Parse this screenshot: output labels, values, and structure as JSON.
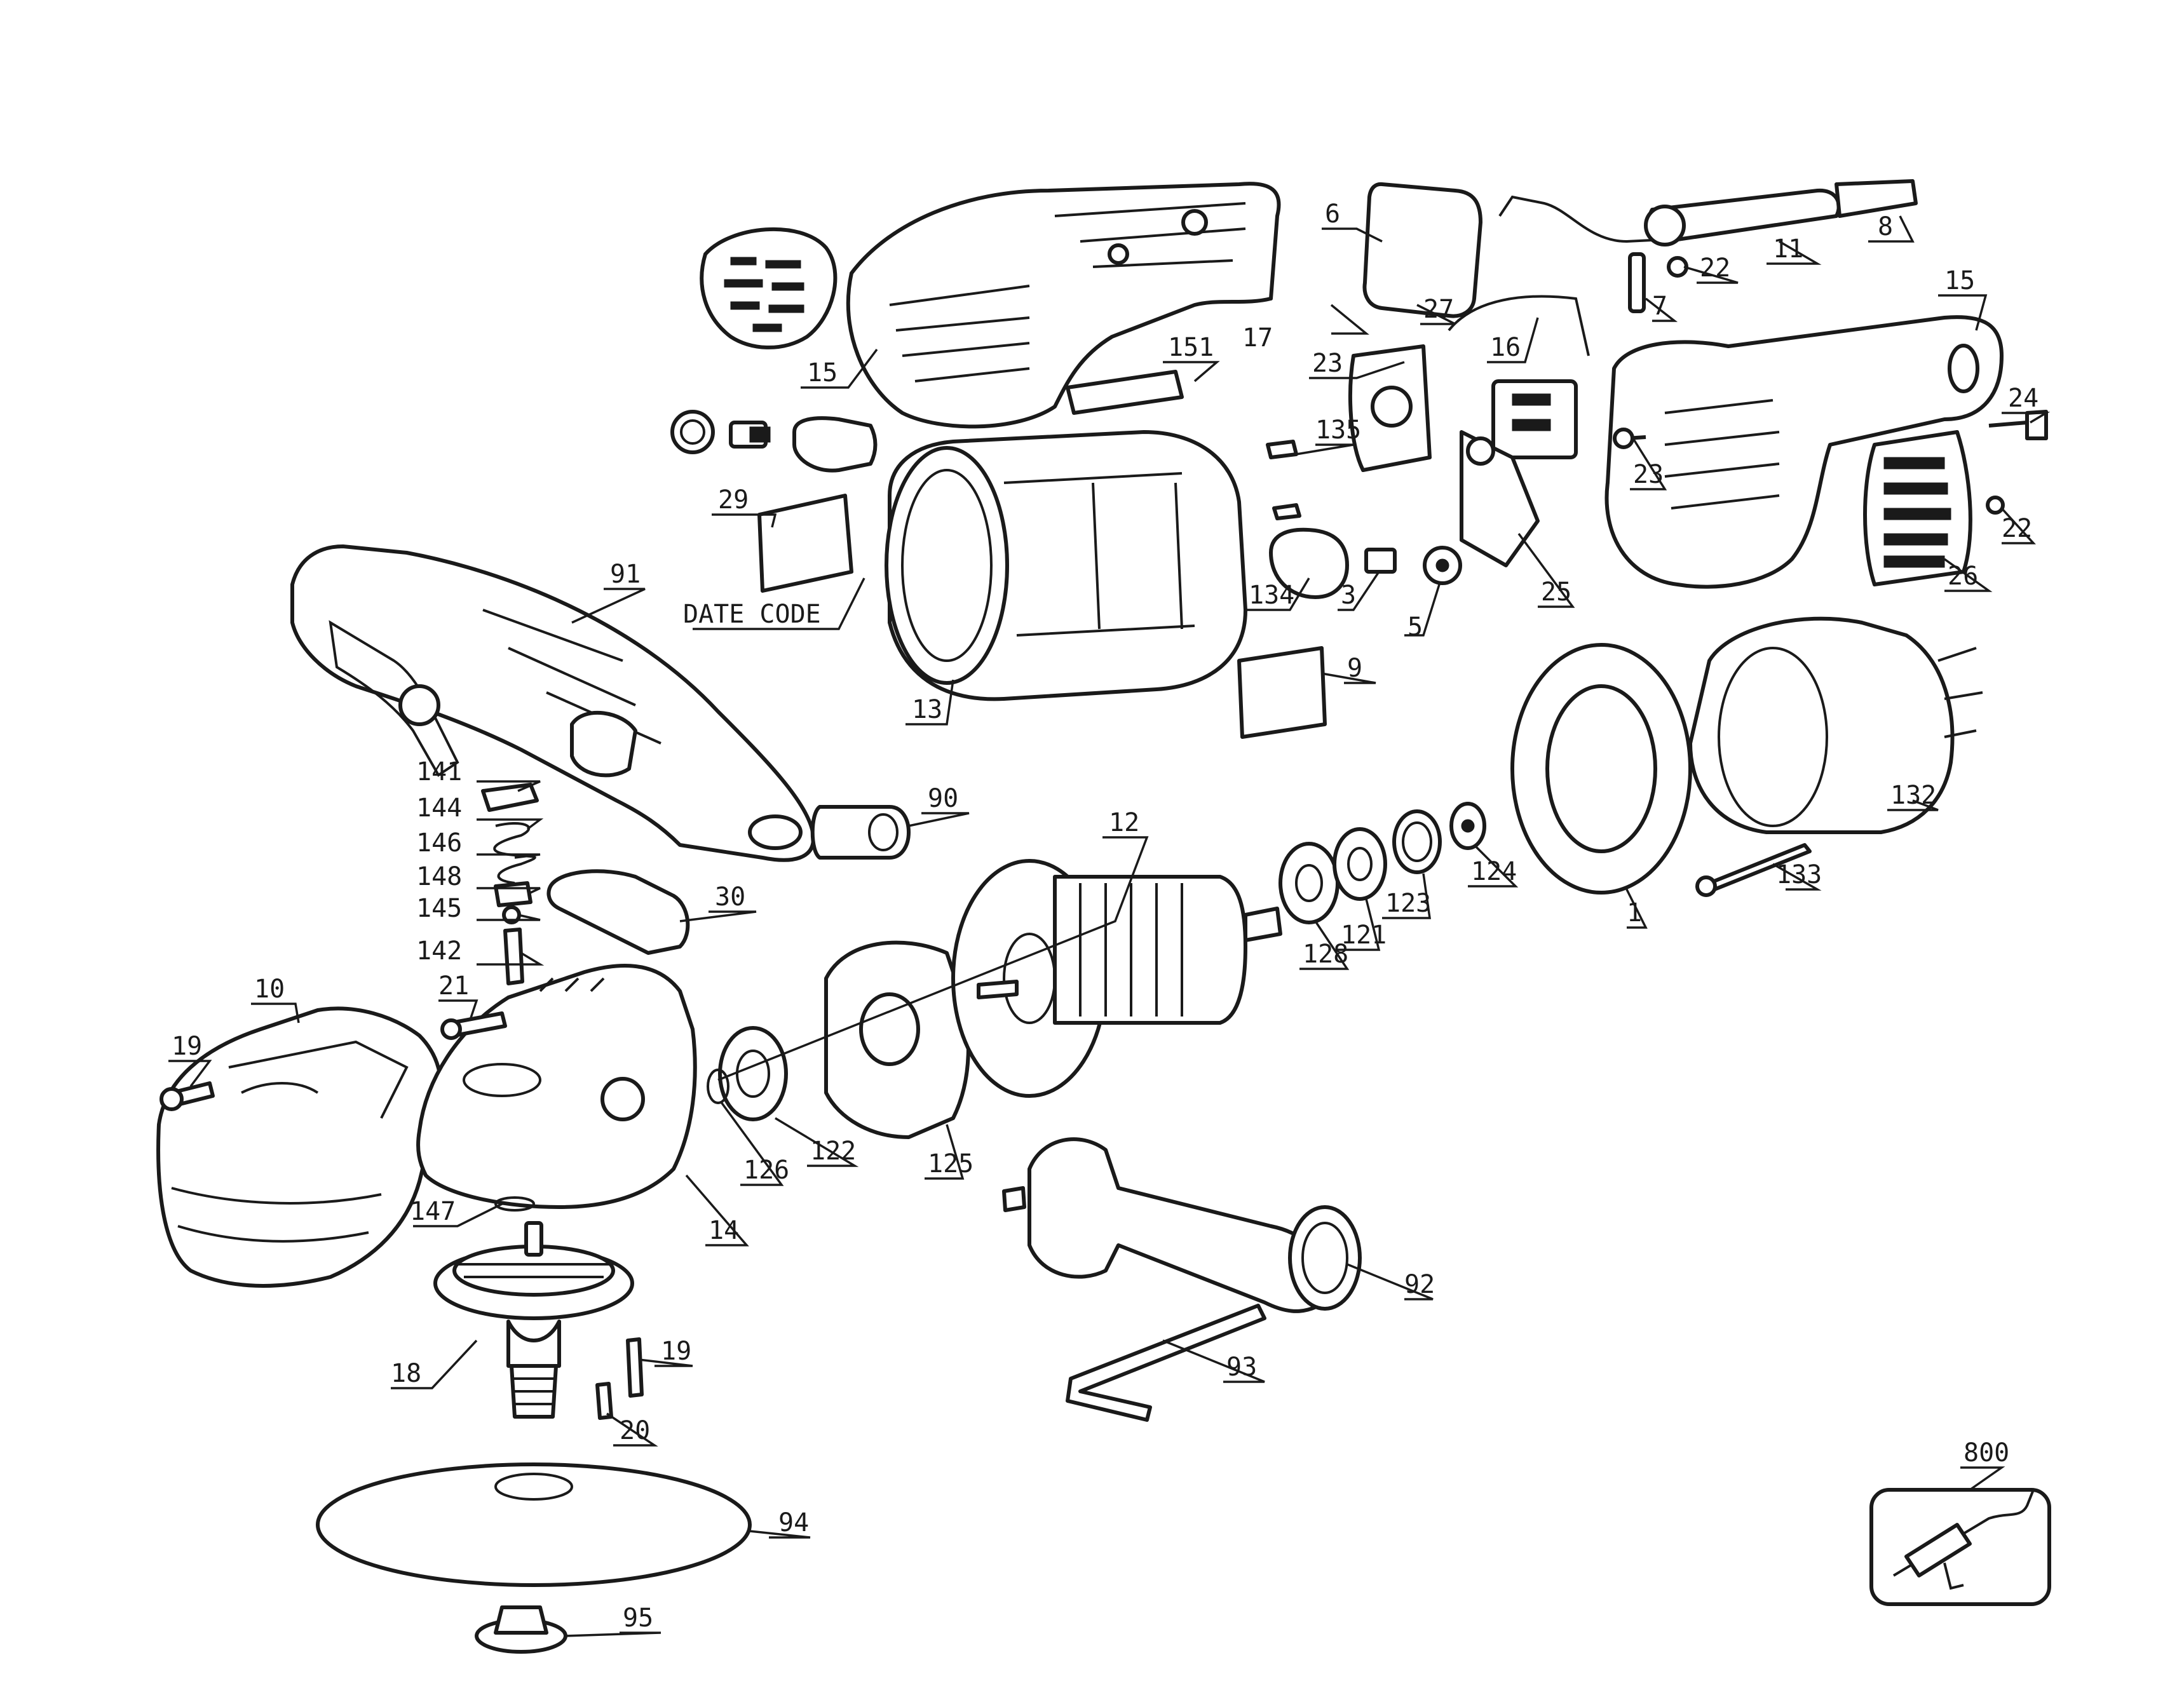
{
  "diagram": {
    "labels": {
      "p1": "1",
      "p3": "3",
      "p5": "5",
      "p6": "6",
      "p7": "7",
      "p8": "8",
      "p9": "9",
      "p10": "10",
      "p11": "11",
      "p12": "12",
      "p13": "13",
      "p14": "14",
      "p15a": "15",
      "p15b": "15",
      "p16": "16",
      "p17": "17",
      "p18": "18",
      "p19a": "19",
      "p19b": "19",
      "p20": "20",
      "p21": "21",
      "p22a": "22",
      "p22b": "22",
      "p23a": "23",
      "p23b": "23",
      "p24": "24",
      "p25": "25",
      "p26": "26",
      "p27": "27",
      "p29": "29",
      "p30": "30",
      "p90": "90",
      "p91": "91",
      "p92": "92",
      "p93": "93",
      "p94": "94",
      "p95": "95",
      "p121": "121",
      "p122": "122",
      "p123": "123",
      "p124": "124",
      "p125": "125",
      "p126": "126",
      "p128": "128",
      "p132": "132",
      "p133": "133",
      "p134": "134",
      "p135": "135",
      "p141": "141",
      "p142": "142",
      "p144": "144",
      "p145": "145",
      "p146": "146",
      "p147": "147",
      "p148": "148",
      "p151": "151",
      "p800": "800",
      "date_code": "DATE CODE"
    }
  }
}
